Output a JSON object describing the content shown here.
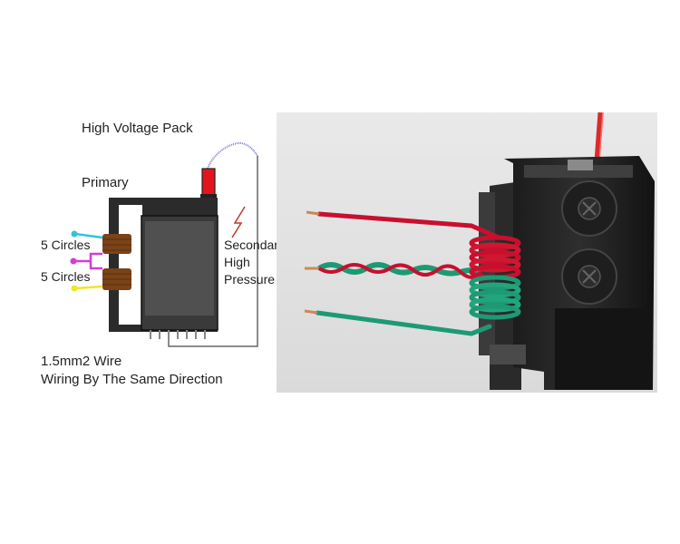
{
  "diagram": {
    "title": "High Voltage Pack",
    "primary_label": "Primary",
    "coil_top_label": "5 Circles",
    "coil_bottom_label": "5 Circles",
    "secondary_label_line1": "Secondary",
    "secondary_label_line2": "High",
    "secondary_label_line3": "Pressure",
    "wire_note": "1.5mm2 Wire",
    "direction_note": "Wiring By The Same Direction"
  },
  "colors": {
    "lead_top": "#33c4d9",
    "lead_middle": "#d23dd4",
    "lead_bottom": "#f1e626",
    "coil_brown": "#7a4318",
    "hv_terminal_red": "#e0161c",
    "hv_wire_blue": "#7b7bd0",
    "wire_red": "#c8102e",
    "wire_green": "#1d9a74",
    "copper": "#c98a55"
  },
  "photo": {
    "description_icon": "transformer-photo"
  }
}
